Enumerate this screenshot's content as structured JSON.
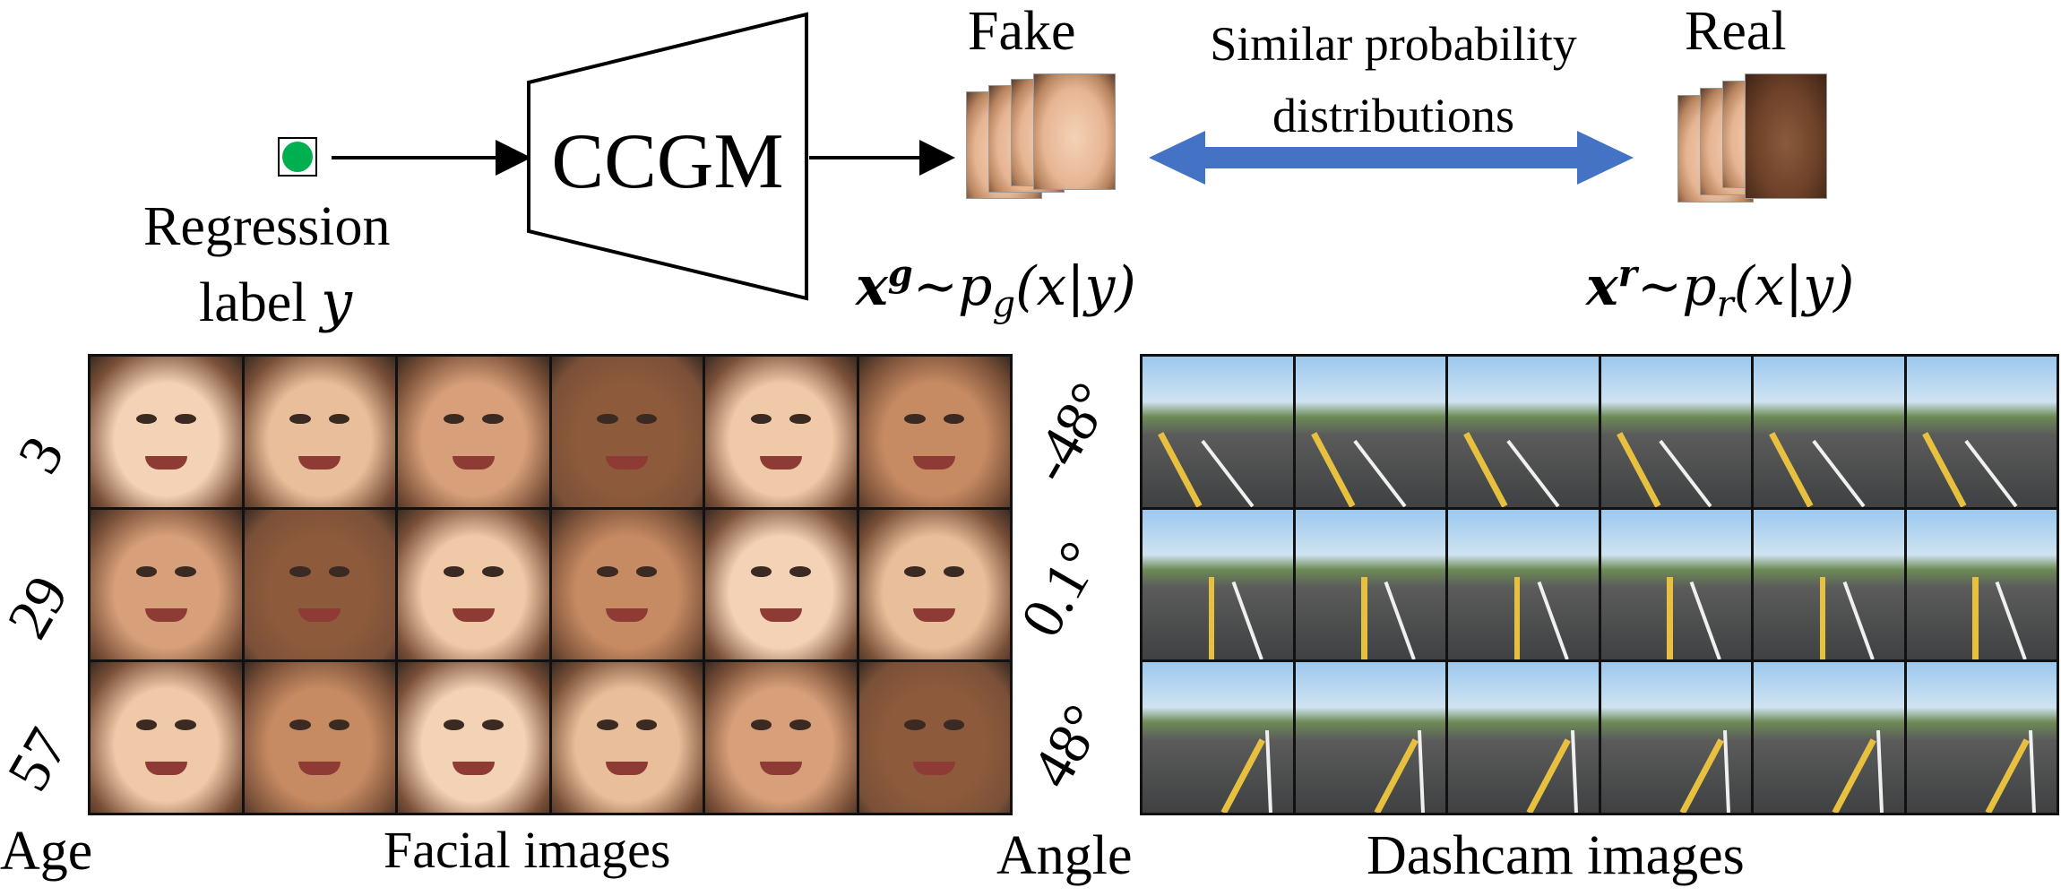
{
  "diagram": {
    "generator_label": "CCGM",
    "input_label_line1": "Regression",
    "input_label_line2": "label ",
    "input_label_var": "y",
    "fake_title": "Fake",
    "real_title": "Real",
    "arrow_label_line1": "Similar probability",
    "arrow_label_line2": "distributions",
    "fake_formula": {
      "var": "x",
      "sup": "g",
      "tilde": "∼",
      "p": "p",
      "sub": "g",
      "args": "(x|y)"
    },
    "real_formula": {
      "var": "x",
      "sup": "r",
      "tilde": "∼",
      "p": "p",
      "sub": "r",
      "args": "(x|y)"
    },
    "input_color": "#00b050",
    "arrow_color": "#4472c4"
  },
  "faces": {
    "axis_title": "Age",
    "caption": "Facial images",
    "rows": [
      "3",
      "29",
      "57"
    ],
    "columns": 6
  },
  "dashcam": {
    "axis_title": "Angle",
    "caption": "Dashcam images",
    "rows": [
      "-48°",
      "0.1°",
      "48°"
    ],
    "columns": 6
  }
}
